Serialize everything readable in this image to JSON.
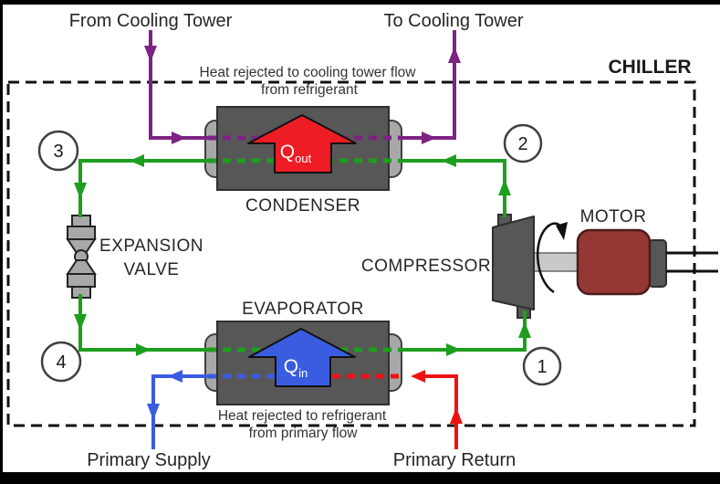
{
  "diagram": {
    "system_label": "CHILLER",
    "external_labels": {
      "from_cooling_tower": "From Cooling Tower",
      "to_cooling_tower": "To Cooling Tower",
      "primary_supply": "Primary Supply",
      "primary_return": "Primary Return"
    },
    "components": {
      "condenser": {
        "label": "CONDENSER"
      },
      "evaporator": {
        "label": "EVAPORATOR"
      },
      "compressor": {
        "label": "COMPRESSOR"
      },
      "motor": {
        "label": "MOTOR"
      },
      "expansion_valve": {
        "label_line1": "EXPANSION",
        "label_line2": "VALVE"
      }
    },
    "heat_flows": {
      "q_out": {
        "symbol": "Q",
        "subscript": "out"
      },
      "q_in": {
        "symbol": "Q",
        "subscript": "in"
      },
      "condenser_note_line1": "Heat rejected to cooling tower flow",
      "condenser_note_line2": "from refrigerant",
      "evaporator_note_line1": "Heat rejected to refrigerant",
      "evaporator_note_line2": "from primary flow"
    },
    "state_points": {
      "p1": "1",
      "p2": "2",
      "p3": "3",
      "p4": "4"
    },
    "colors": {
      "refrigerant_loop_green": "#1e9e1e",
      "cooling_tower_loop_purple": "#7d2383",
      "primary_supply_blue": "#3a5ce0",
      "primary_return_red": "#ee1111",
      "heat_rejected_arrow_red": "#ee1c24",
      "heat_absorbed_arrow_blue": "#3a5ce0",
      "equipment_gray": "#575757",
      "heat_exchanger_cap_gray": "#a8a8a8",
      "motor_red": "#953735",
      "chiller_boundary_black": "#111111"
    }
  }
}
